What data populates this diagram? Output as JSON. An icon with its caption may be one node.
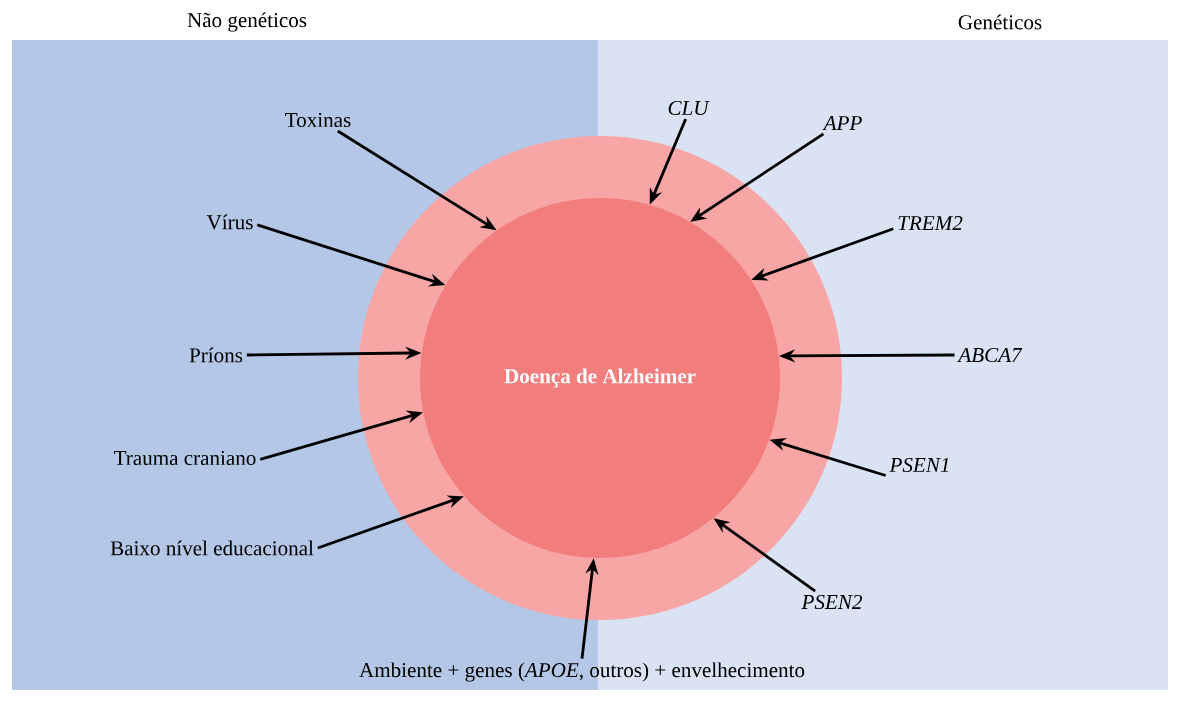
{
  "diagram": {
    "nodes": [
      {
        "text": [
          "Não genéticos"
        ]
      },
      {
        "text": [
          "Genéticos"
        ]
      },
      {
        "text": [],
        "shape": "circle"
      },
      {
        "text": [
          "Doença de Alzheimer"
        ],
        "in": 2
      },
      {
        "text": [
          "Toxinas"
        ],
        "in": 0
      },
      {
        "text": [
          "Vírus"
        ],
        "in": 0
      },
      {
        "text": [
          "Príons"
        ],
        "in": 0
      },
      {
        "text": [
          "Trauma craniano"
        ],
        "in": 0
      },
      {
        "text": [
          "Baixo nível educacional"
        ],
        "in": 0
      },
      {
        "text": [
          "CLU"
        ],
        "in": 1
      },
      {
        "text": [
          "APP"
        ],
        "in": 1
      },
      {
        "text": [
          "TREM2"
        ],
        "in": 1
      },
      {
        "text": [
          "ABCA7"
        ],
        "in": 1
      },
      {
        "text": [
          "PSEN1"
        ],
        "in": 1
      },
      {
        "text": [
          "PSEN2"
        ],
        "in": 1
      },
      {
        "text": [
          "Ambiente + genes (*APOE*, outros) + envelhecimento"
        ]
      }
    ],
    "edges": [
      {
        "from": 4,
        "to": 3,
        "arrow": "to"
      },
      {
        "from": 5,
        "to": 3,
        "arrow": "to"
      },
      {
        "from": 6,
        "to": 3,
        "arrow": "to"
      },
      {
        "from": 7,
        "to": 3,
        "arrow": "to"
      },
      {
        "from": 8,
        "to": 3,
        "arrow": "to"
      },
      {
        "from": 9,
        "to": 3,
        "arrow": "to"
      },
      {
        "from": 10,
        "to": 3,
        "arrow": "to"
      },
      {
        "from": 11,
        "to": 3,
        "arrow": "to"
      },
      {
        "from": 12,
        "to": 3,
        "arrow": "to"
      },
      {
        "from": 13,
        "to": 3,
        "arrow": "to"
      },
      {
        "from": 14,
        "to": 3,
        "arrow": "to"
      },
      {
        "from": 15,
        "to": 3,
        "arrow": "to"
      }
    ]
  }
}
